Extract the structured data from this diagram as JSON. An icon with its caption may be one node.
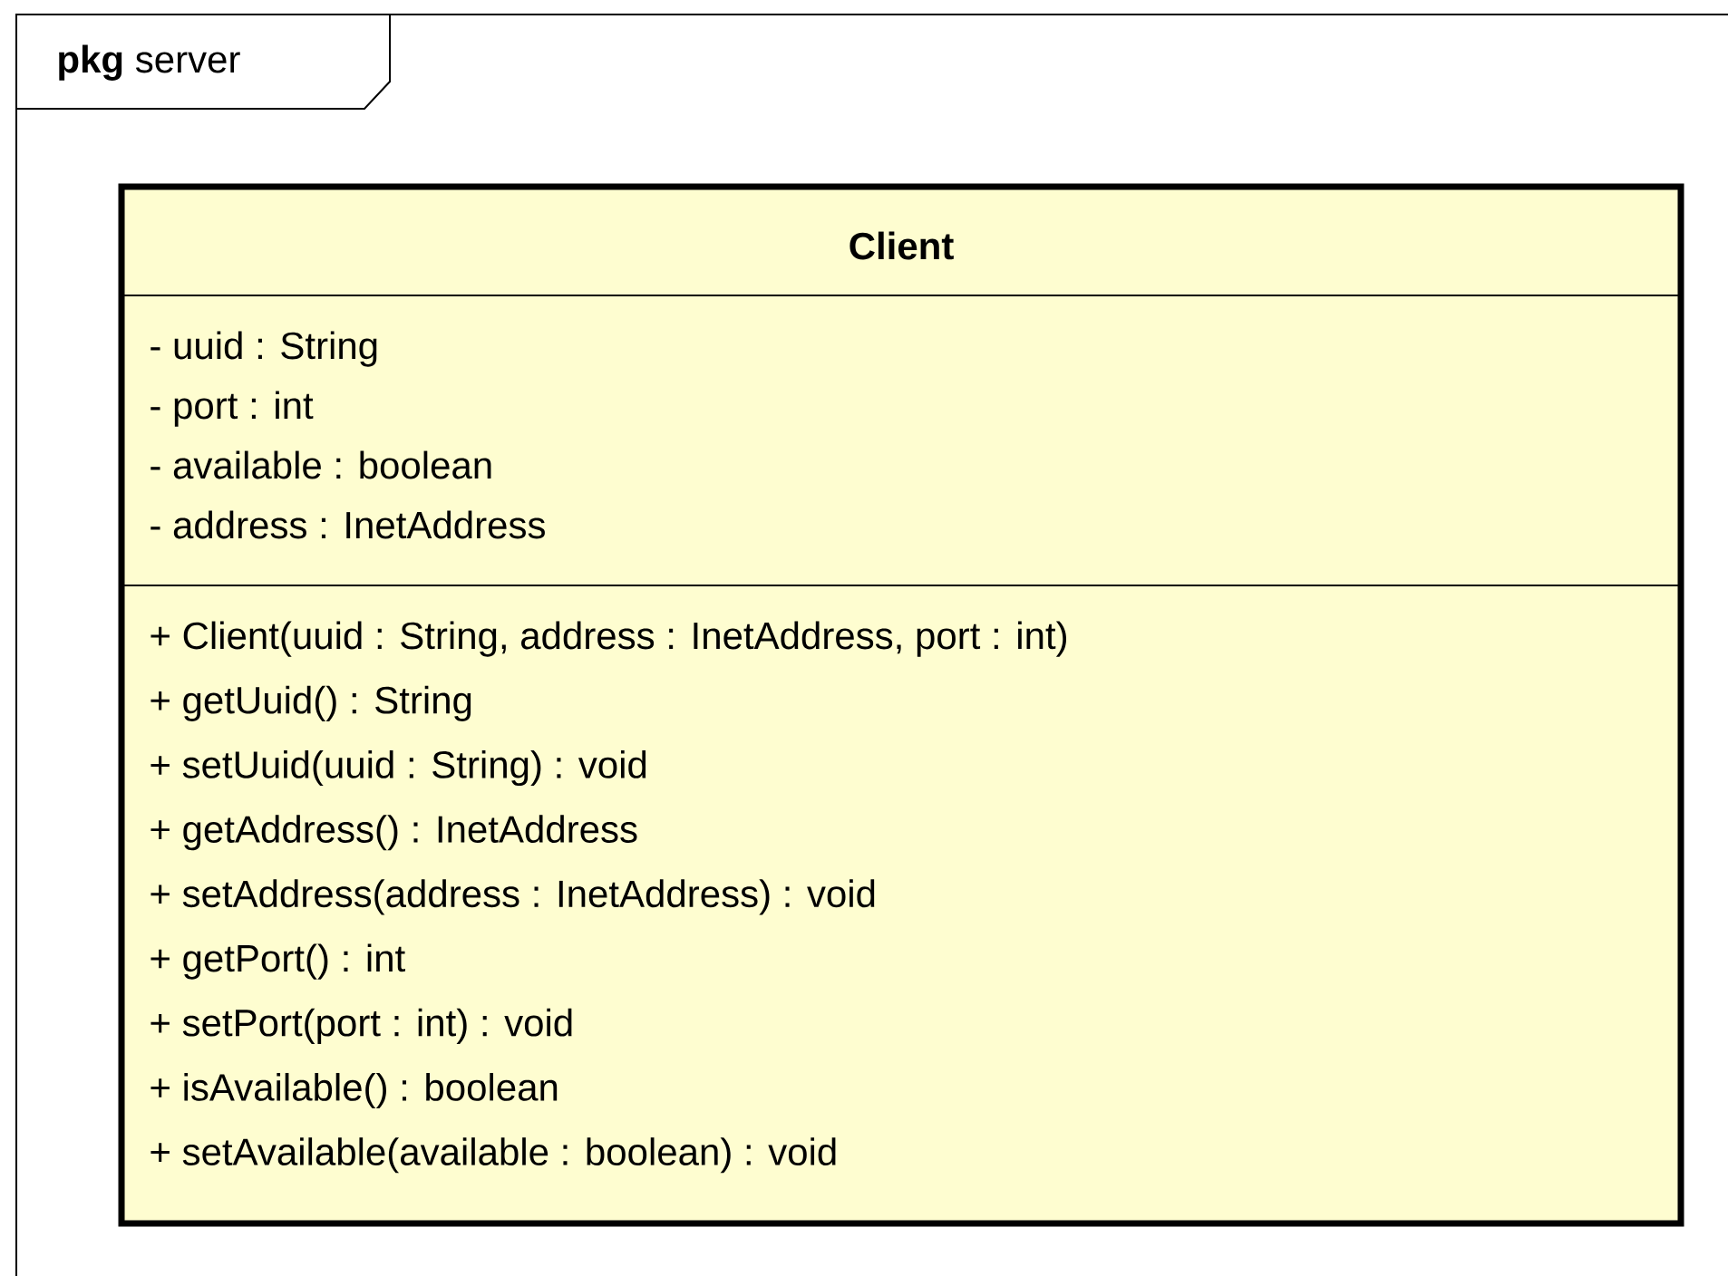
{
  "diagram": {
    "nodes": [
      {
        "text": [
          "**pkg** server"
        ]
      },
      {
        "text": [
          "Client"
        ],
        "in": 0
      },
      {
        "text": [
          "- uuid : String",
          "- port : int",
          "- available : boolean",
          "- address : InetAddress"
        ],
        "in": 1
      },
      {
        "text": [
          "+ Client(uuid : String, address : InetAddress, port : int)",
          "+ getUuid() : String",
          "+ setUuid(uuid : String) : void",
          "+ getAddress() : InetAddress",
          "+ setAddress(address : InetAddress) : void",
          "+ getPort() : int",
          "+ setPort(port : int) : void",
          "+ isAvailable() : boolean",
          "+ setAvailable(available : boolean) : void"
        ],
        "in": 1
      }
    ]
  }
}
